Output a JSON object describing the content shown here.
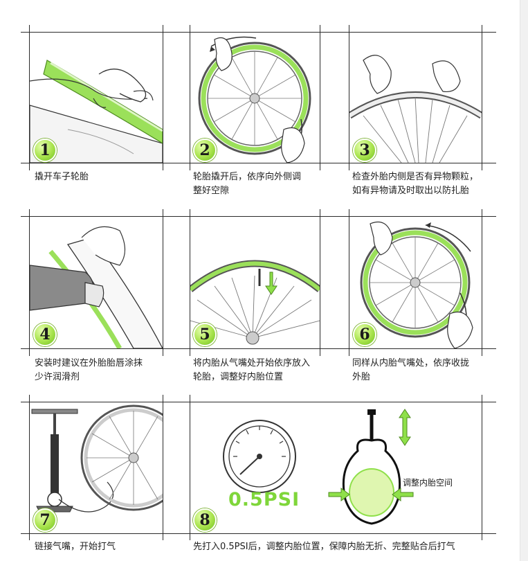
{
  "steps": [
    {
      "number": "1",
      "caption": "撬开车子轮胎"
    },
    {
      "number": "2",
      "caption": "轮胎撬开后，依序向外侧调\n整好空隙"
    },
    {
      "number": "3",
      "caption": "检查外胎内侧是否有异物颗粒，\n如有异物请及时取出以防扎胎"
    },
    {
      "number": "4",
      "caption": "安装时建议在外胎胎唇涂抹\n少许润滑剂"
    },
    {
      "number": "5",
      "caption": "将内胎从气嘴处开始依序放入\n轮胎，调整好内胎位置"
    },
    {
      "number": "6",
      "caption": "同样从内胎气嘴处，依序收拢\n外胎"
    },
    {
      "number": "7",
      "caption": "链接气嘴，开始打气"
    },
    {
      "number": "8",
      "caption": "先打入0.5PSI后，调整内胎位置，保障内胎无折、完整贴合后打气"
    }
  ],
  "gauge_value": "0.5PSI",
  "tube_note": "调整内胎空间",
  "colors": {
    "accent_green": "#8fe04a",
    "line": "#2a2a2a"
  }
}
